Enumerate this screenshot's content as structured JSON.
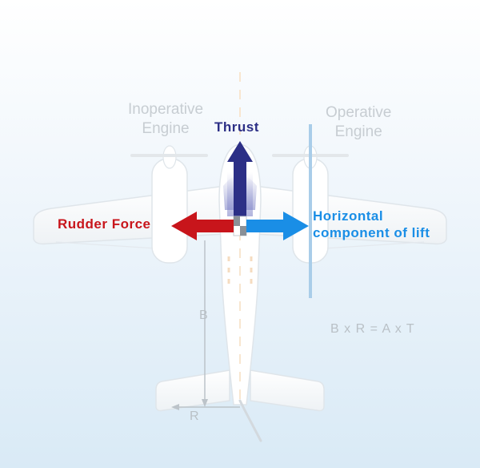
{
  "labels": {
    "inoperative_engine": [
      "Inoperative",
      "Engine"
    ],
    "operative_engine": [
      "Operative",
      "Engine"
    ],
    "thrust": "Thrust",
    "rudder_force": "Rudder Force",
    "horizontal_lift": [
      "Horizontal",
      "component of lift"
    ],
    "equation": "B x R = A x T",
    "b": "B",
    "r": "R"
  },
  "colors": {
    "thrust": "#2c2f86",
    "rudder_force": "#c8151b",
    "horizontal_lift": "#1a8ee6",
    "airframe": "#ffffff",
    "faded_text": "#c7cdd2"
  },
  "icons": {
    "aircraft": "twin-engine-airplane-top-view",
    "thrust_arrow": "up-arrow",
    "rudder_arrow": "left-arrow",
    "lift_arrow": "right-arrow"
  }
}
